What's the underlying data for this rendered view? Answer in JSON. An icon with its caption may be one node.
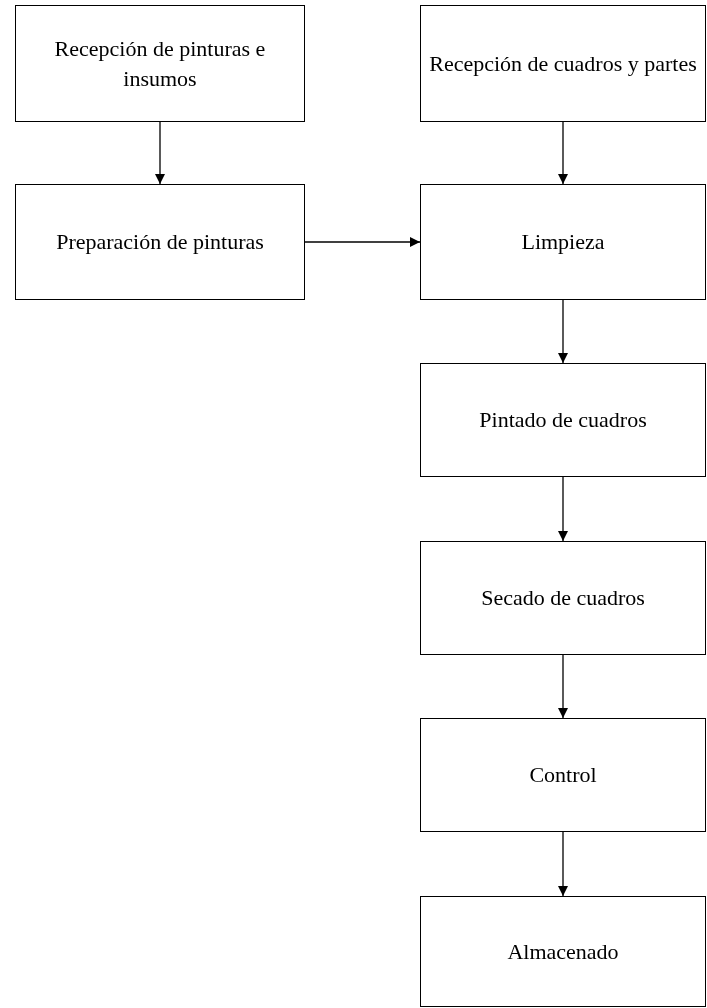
{
  "diagram": {
    "nodes": [
      {
        "text": [
          "Recepción de pinturas e insumos"
        ]
      },
      {
        "text": [
          "Recepción de cuadros y partes"
        ]
      },
      {
        "text": [
          "Preparación de pinturas"
        ]
      },
      {
        "text": [
          "Limpieza"
        ]
      },
      {
        "text": [
          "Pintado de cuadros"
        ]
      },
      {
        "text": [
          "Secado de cuadros"
        ]
      },
      {
        "text": [
          "Control"
        ]
      },
      {
        "text": [
          "Almacenado"
        ]
      }
    ],
    "edges": [
      {
        "from": 0,
        "to": 2,
        "arrow": "to"
      },
      {
        "from": 1,
        "to": 3,
        "arrow": "to"
      },
      {
        "from": 2,
        "to": 3,
        "arrow": "to"
      },
      {
        "from": 3,
        "to": 4,
        "arrow": "to"
      },
      {
        "from": 4,
        "to": 5,
        "arrow": "to"
      },
      {
        "from": 5,
        "to": 6,
        "arrow": "to"
      },
      {
        "from": 6,
        "to": 7,
        "arrow": "to"
      }
    ]
  }
}
